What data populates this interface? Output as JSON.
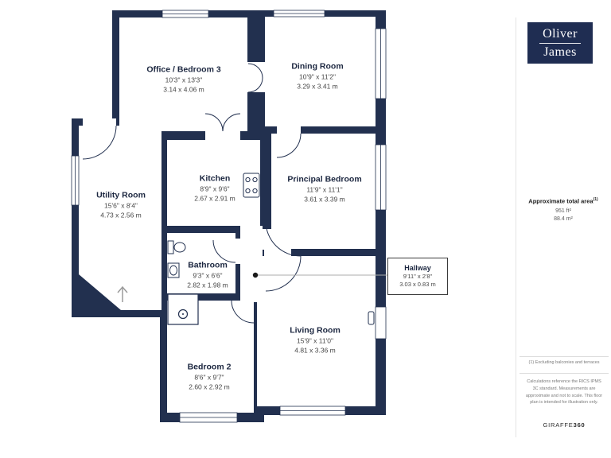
{
  "plan": {
    "rooms": [
      {
        "id": "office-bedroom-3",
        "name": "Office / Bedroom 3",
        "imperial": "10'3\" x 13'3\"",
        "metric": "3.14 x 4.06 m"
      },
      {
        "id": "dining-room",
        "name": "Dining Room",
        "imperial": "10'9\" x 11'2\"",
        "metric": "3.29 x 3.41 m"
      },
      {
        "id": "kitchen",
        "name": "Kitchen",
        "imperial": "8'9\" x 9'6\"",
        "metric": "2.67 x 2.91 m"
      },
      {
        "id": "principal-bedroom",
        "name": "Principal Bedroom",
        "imperial": "11'9\" x 11'1\"",
        "metric": "3.61 x 3.39 m"
      },
      {
        "id": "utility-room",
        "name": "Utility Room",
        "imperial": "15'6\" x 8'4\"",
        "metric": "4.73 x 2.56 m"
      },
      {
        "id": "bathroom",
        "name": "Bathroom",
        "imperial": "9'3\" x 6'6\"",
        "metric": "2.82 x 1.98 m"
      },
      {
        "id": "hallway",
        "name": "Hallway",
        "imperial": "9'11\" x 2'8\"",
        "metric": "3.03 x 0.83 m"
      },
      {
        "id": "living-room",
        "name": "Living Room",
        "imperial": "15'9\" x 11'0\"",
        "metric": "4.81 x 3.36 m"
      },
      {
        "id": "bedroom-2",
        "name": "Bedroom 2",
        "imperial": "8'6\" x 9'7\"",
        "metric": "2.60 x 2.92 m"
      }
    ]
  },
  "sidebar": {
    "logo_line1": "Oliver",
    "logo_line2": "James",
    "area_label": "Approximate total area",
    "area_superscript": "(1)",
    "area_ft": "951 ft²",
    "area_m": "88.4 m²",
    "footnote": "(1) Excluding balconies and terraces",
    "disclaimer": "Calculations reference the RICS IPMS 3C standard. Measurements are approximate and not to scale. This floor plan is intended for illustration only.",
    "brand": "GIRAFFE",
    "brand_bold": "360"
  },
  "colors": {
    "wall": "#22304f",
    "logo_bg": "#1f2d52"
  }
}
